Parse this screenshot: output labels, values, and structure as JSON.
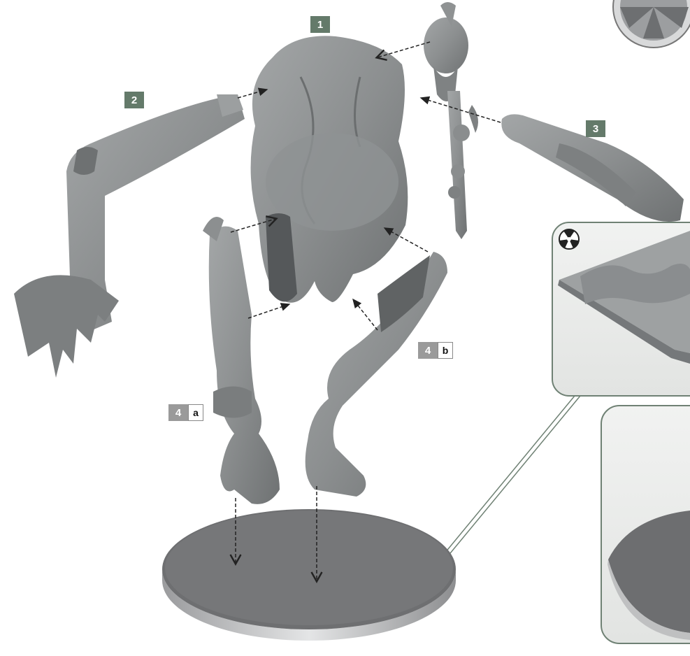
{
  "steps": {
    "torso": "1",
    "left_arm": "2",
    "right_arm": "3",
    "leg_a_num": "4",
    "leg_a_sub": "a",
    "leg_b_num": "4",
    "leg_b_sub": "b"
  },
  "icons": {
    "callout": "radiation-trefoil-icon"
  },
  "colors": {
    "step_badge": "#647a6a",
    "sub_badge": "#9a9a9a",
    "plastic": "#8a8d8e",
    "base": "#6f7072"
  }
}
